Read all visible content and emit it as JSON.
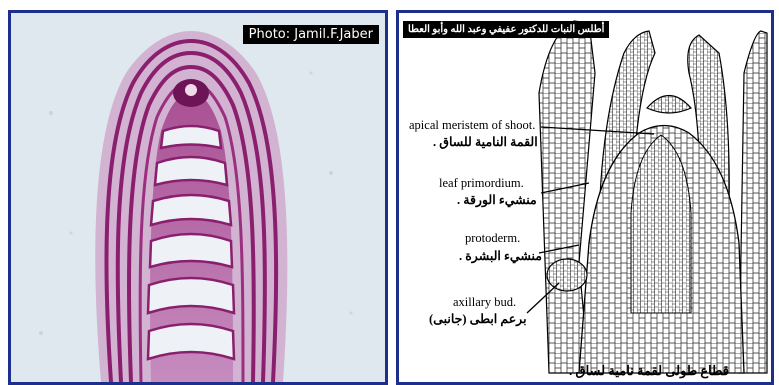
{
  "left_panel": {
    "photo_credit": "Photo: Jamil.F.Jaber"
  },
  "right_panel": {
    "atlas_title": "أطلس النبات للدكتور عفيفي وعبد الله وأبو العطا",
    "labels": [
      {
        "en": "apical meristem of shoot.",
        "ar": "القمة النامية للساق ."
      },
      {
        "en": "leaf primordium.",
        "ar": "منشيء الورقة ."
      },
      {
        "en": "protoderm.",
        "ar": "منشيء البشرة ."
      },
      {
        "en": "axillary bud.",
        "ar": "برعم ابطى (جانبى)"
      }
    ],
    "caption": "قطاع طولى لقمة نامية لساق ."
  },
  "colors": {
    "frame": "#1d2f8c",
    "stain_dark": "#8a1f6e",
    "stain_light": "#b5509a",
    "background_slide": "#dfe8ee"
  }
}
